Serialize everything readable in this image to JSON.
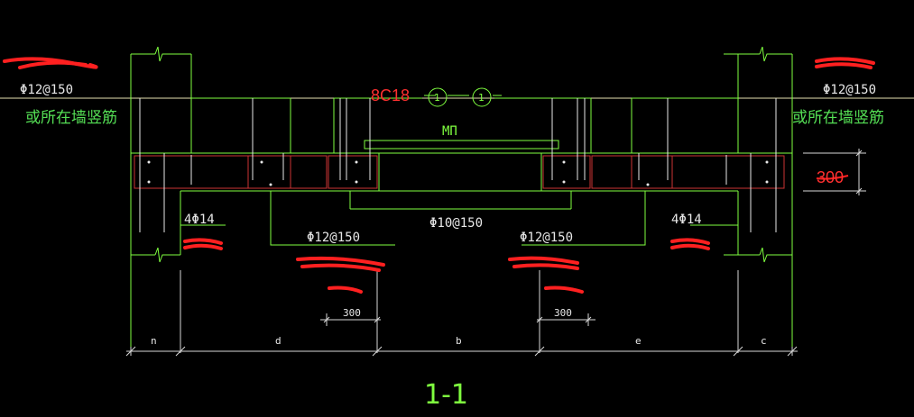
{
  "colors": {
    "background": "#000000",
    "green_line": "#7fff3f",
    "white_line": "#e8e8e8",
    "dim_line": "#d8d8d8",
    "wall_outline": "#cc3333",
    "red_markup": "#ff2020",
    "red_text": "#ff3030",
    "green_text": "#55e055"
  },
  "labels": {
    "left_vert_bar": "Φ12@150",
    "left_alt_note": "或所在墙竖筋",
    "right_vert_bar": "Φ12@150",
    "right_alt_note": "或所在墙竖筋",
    "top_rebar_markup": "8C18",
    "circle_left": "1",
    "circle_right": "1",
    "lintel": "MΠ",
    "middle_bar": "Φ10@150",
    "left_main_bars": "4Φ14",
    "right_main_bars": "4Φ14",
    "left_lower_bar": "Φ12@150",
    "right_lower_bar": "Φ12@150",
    "left_dim_300": "300",
    "right_dim_300": "300",
    "height_300": "300",
    "section_title": "1-1"
  },
  "grid": {
    "axes": [
      "n",
      "d",
      "b",
      "e",
      "c"
    ]
  }
}
